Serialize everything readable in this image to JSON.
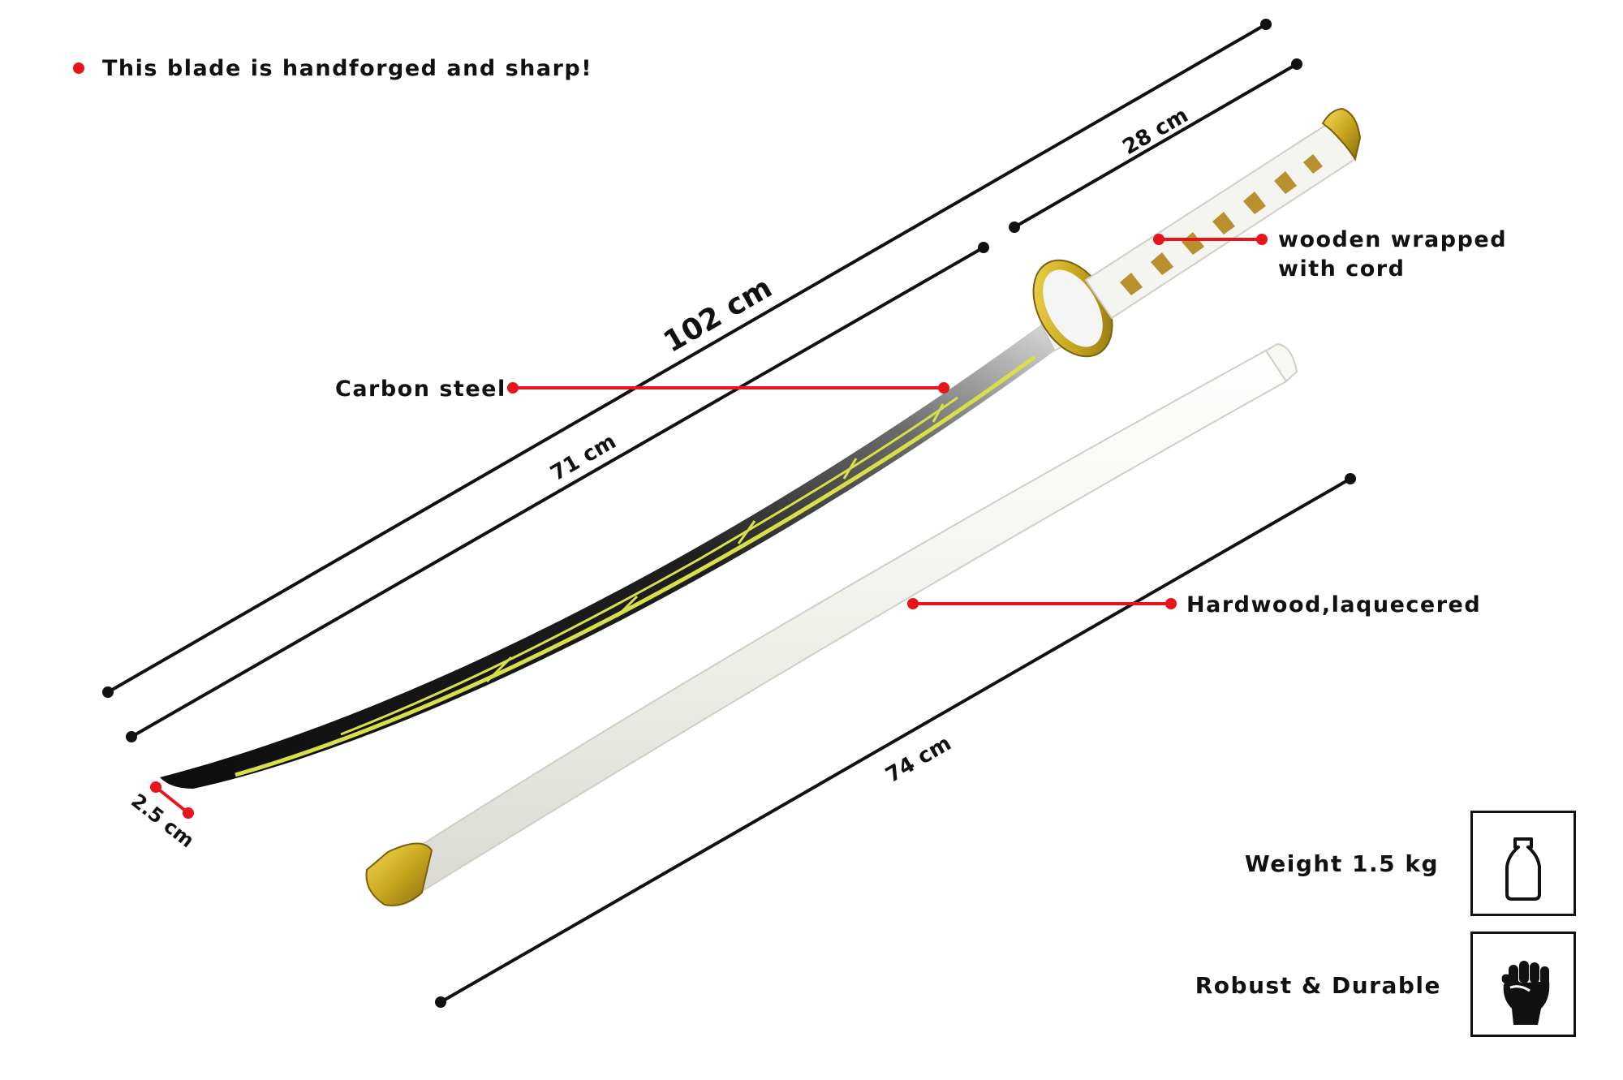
{
  "notice": "This blade is handforged and sharp!",
  "dimensions": {
    "overall": "102 cm",
    "handle": "28 cm",
    "blade": "71 cm",
    "scabbard": "74 cm",
    "width": "2.5 cm"
  },
  "callouts": {
    "handle": [
      "wooden wrapped",
      "with cord"
    ],
    "blade": "Carbon steel",
    "scabbard": "Hardwood,laquecered"
  },
  "features": [
    {
      "label": "Weight 1.5 kg",
      "icon": "weight-icon"
    },
    {
      "label": "Robust & Durable",
      "icon": "fist-icon"
    }
  ],
  "colors": {
    "accent": "#e8141b",
    "line": "#111111",
    "gold": "#c9a81e",
    "blade_dark": "#1a1a1a",
    "lightning": "#d7e04a",
    "scabbard": "#f4f4ef"
  }
}
